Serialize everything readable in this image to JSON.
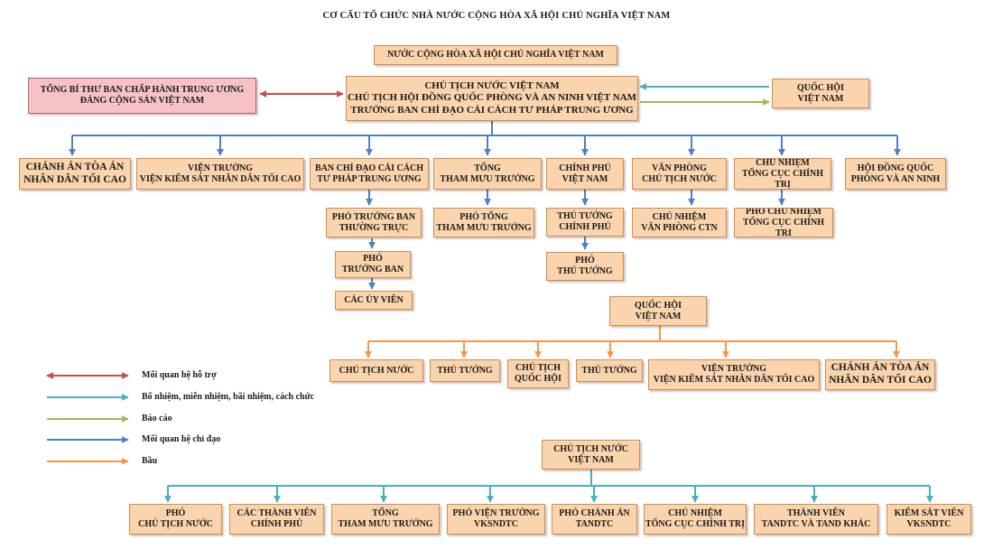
{
  "title": "CƠ CẤU TỔ CHỨC NHÀ NƯỚC CỘNG HÒA XÃ HỘI CHỦ NGHĨA VIỆT NAM",
  "colors": {
    "support": "#c0504d",
    "appoint": "#4bacc6",
    "report": "#9bbb59",
    "direct": "#4f81bd",
    "elect": "#f79646",
    "box_fill": "#f9d4ad",
    "box_border": "#d9894a",
    "pink_fill": "#f7c2c6"
  },
  "nodes": {
    "state": "NƯỚC CỘNG HÒA XÃ HỘI CHỦ NGHĨA VIỆT  NAM",
    "party": "TỔNG BÍ THƯ BAN CHẤP HÀNH TRUNG ƯƠNG\nĐẢNG CỘNG SẢN VIỆT NAM",
    "president": "CHỦ TỊCH NƯỚC VIỆT  NAM\nCHỦ TỊCH HỘI ĐỒNG QUỐC PHÒNG VÀ AN NINH VIỆT  NAM\nTRƯỞNG BAN CHỈ ĐẠO CẢI CÁCH TƯ PHÁP TRUNG ƯƠNG",
    "assembly_top": "QUỐC HỘI\nVIỆT NAM",
    "row1": [
      "CHÁNH ÁN TÒA ÁN\nNHÂN DÂN TỐI CAO",
      "VIỆN TRƯỞNG\nVIỆN KIỂM SÁT NHÂN DÂN TỐI CAO",
      "BAN CHỈ ĐẠO CẢI CÁCH\nTƯ PHÁP TRUNG ƯƠNG",
      "TỔNG\nTHAM MƯU TRƯỞNG",
      "CHÍNH PHỦ\nVIỆT NAM",
      "VĂN PHÒNG\nCHỦ TỊCH NƯỚC",
      "CHỦ NHIỆM\nTỔNG CỤC CHÍNH TRỊ",
      "HỘI ĐỒNG QUỐC\nPHÒNG VÀ AN NINH"
    ],
    "judicial_sub": [
      "PHÓ TRƯỞNG BAN\nTHƯỜNG TRỰC",
      "PHÓ\nTRƯỞNG BAN",
      "CÁC ỦY VIÊN"
    ],
    "staff_sub": "PHÓ TỔNG\nTHAM MƯU TRƯỞNG",
    "gov_sub": [
      "THỦ TƯỚNG\nCHÍNH PHỦ",
      "PHÓ\nTHỦ TƯỚNG"
    ],
    "office_sub": "CHỦ NHIỆM\nVĂN PHÒNG CTN",
    "political_sub": "PHÓ CHỦ NHIỆM\nTỔNG CỤC CHÍNH TRỊ",
    "assembly": "QUỐC HỘI\nVIỆT NAM",
    "elected": [
      "CHỦ  TỊCH NƯỚC",
      "THỦ TƯỚNG",
      "CHỦ  TỊCH\nQUỐC HỘI",
      "THỦ TƯỚNG",
      "VIỆN TRƯỞNG\nVIỆN KIỂM SÁT NHÂN DÂN TỐI CAO",
      "CHÁNH ÁN TÒA ÁN\nNHÂN DÂN TỐI CAO"
    ],
    "president_bottom": "CHỦ TỊCH NƯỚC\nVIỆT NAM",
    "appointed": [
      "PHÓ\nCHỦ TỊCH NƯỚC",
      "CÁC THÀNH VIÊN\nCHÍNH PHỦ",
      "TỔNG\nTHAM MƯU TRƯỞNG",
      "PHÓ VIỆN TRƯỞNG\nVKSNDTC",
      "PHÓ CHÁNH  ÁN\nTANDTC",
      "CHỦ NHIỆM\nTỔNG CỤC CHÍNH TRỊ",
      "THÀNH VIÊN\nTANDTC VÀ TAND KHÁC",
      "KIỂM SÁT VIÊN\nVKSNDTC"
    ]
  },
  "legend": [
    {
      "label": "Mối quan hệ hỗ trợ",
      "color": "#c0504d",
      "double": true
    },
    {
      "label": "Bổ nhiệm, miễn nhiệm, bãi nhiệm, cách chức",
      "color": "#4bacc6",
      "double": false
    },
    {
      "label": "Báo cáo",
      "color": "#9bbb59",
      "double": false
    },
    {
      "label": "Mối quan hệ chỉ đạo",
      "color": "#4f81bd",
      "double": false
    },
    {
      "label": "Bầu",
      "color": "#f79646",
      "double": false
    }
  ]
}
